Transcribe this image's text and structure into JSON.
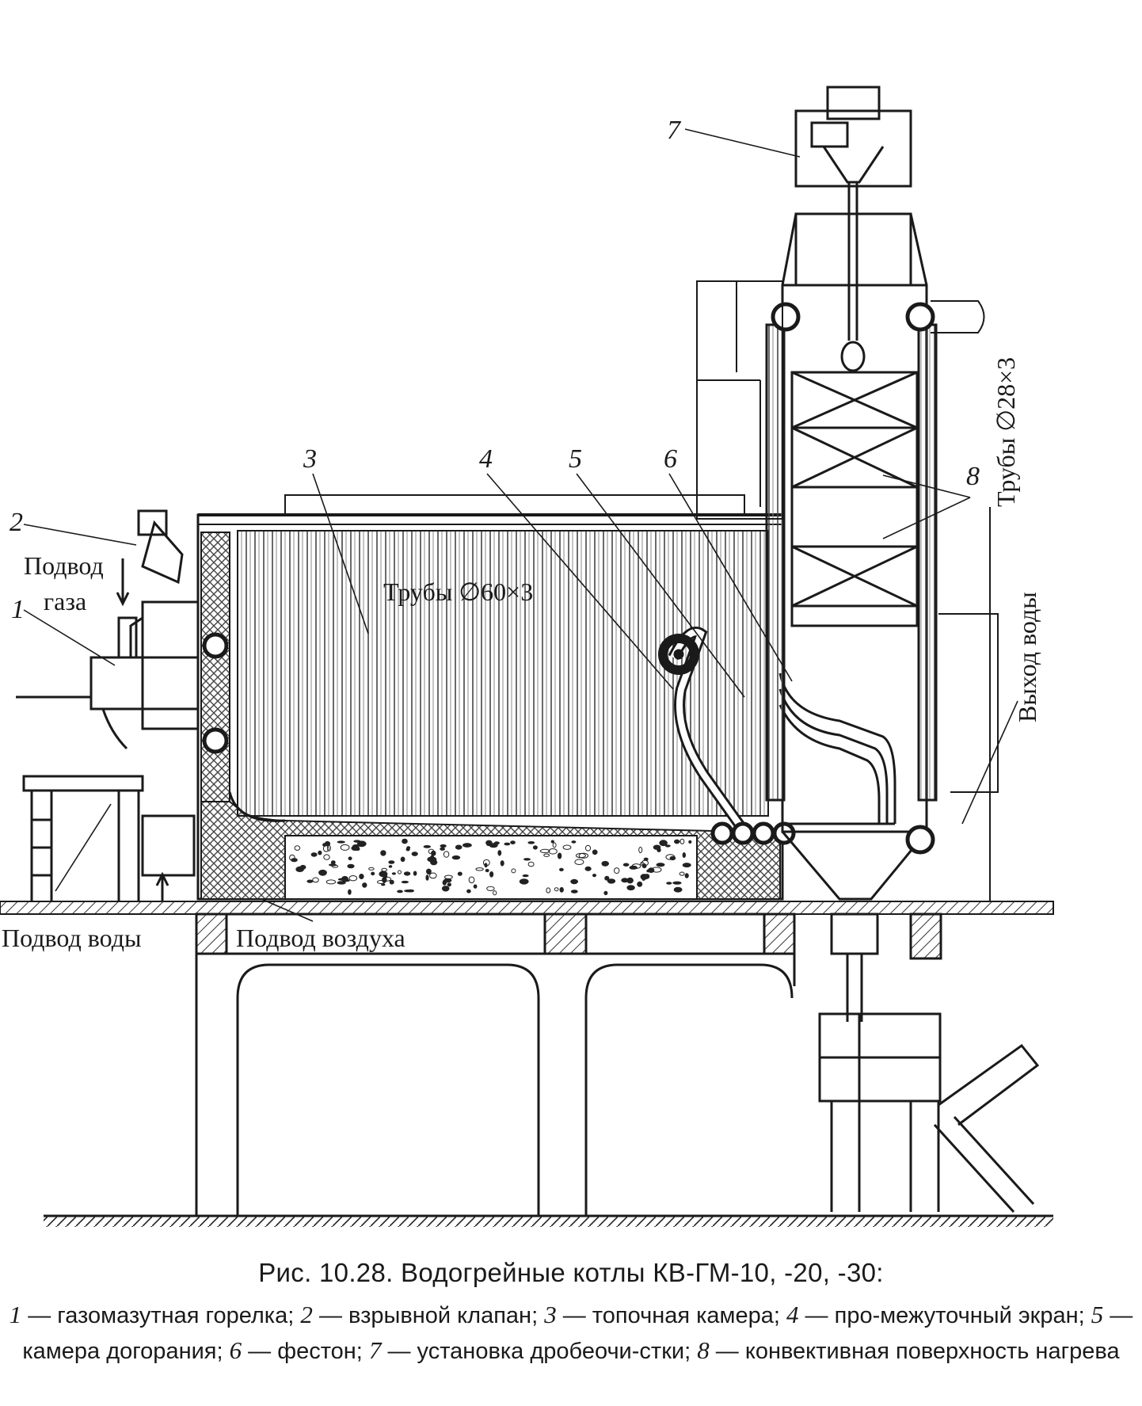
{
  "labels": {
    "n1": "1",
    "n2": "2",
    "n3": "3",
    "n4": "4",
    "n5": "5",
    "n6": "6",
    "n7": "7",
    "n8": "8",
    "gas_in_1": "Подвод",
    "gas_in_2": "газа",
    "tubes_60": "Трубы ∅60×3",
    "tubes_28": "Трубы ∅28×3",
    "water_out": "Выход воды",
    "water_in": "Подвод воды",
    "air_in": "Подвод воздуха"
  },
  "caption": {
    "title": "Рис. 10.28. Водогрейные котлы КВ-ГМ-10, -20, -30:",
    "legend": [
      {
        "n": "1",
        "t": " — газомазутная горелка; "
      },
      {
        "n": "2",
        "t": " — взрывной клапан; "
      },
      {
        "n": "3",
        "t": " — топочная камера; "
      },
      {
        "n": "4",
        "t": " — про-межуточный экран; "
      },
      {
        "n": "5",
        "t": " — камера догорания; "
      },
      {
        "n": "6",
        "t": " — фестон; "
      },
      {
        "n": "7",
        "t": " — установка дробеочи-стки; "
      },
      {
        "n": "8",
        "t": " — конвективная поверхность нагрева"
      }
    ]
  }
}
